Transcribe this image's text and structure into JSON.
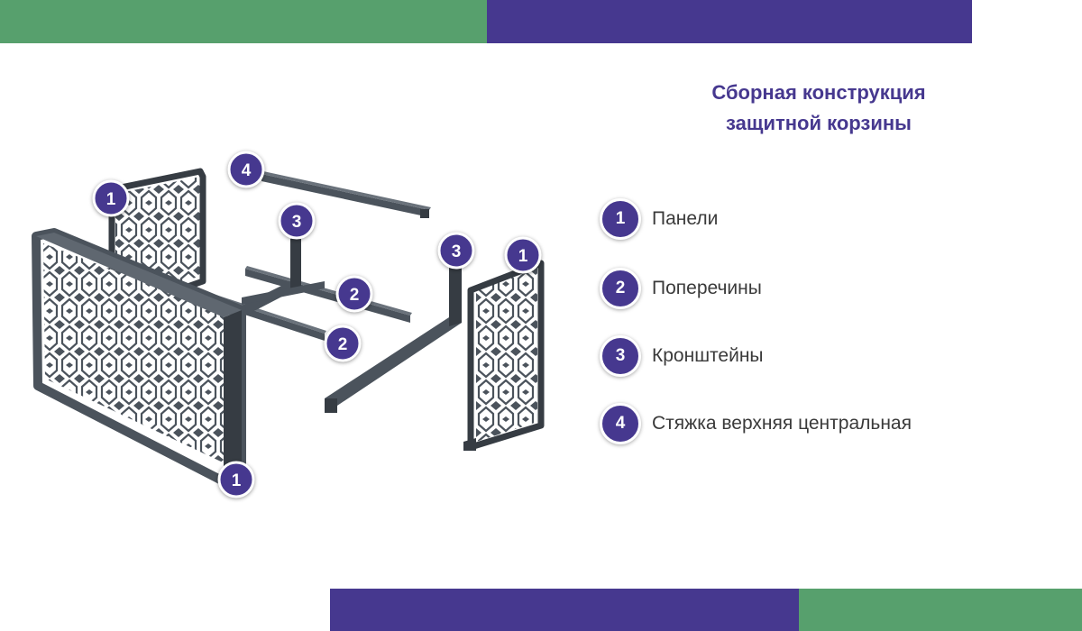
{
  "colors": {
    "green": "#57a06d",
    "purple": "#46388f",
    "metal": "#4b535c",
    "metal_dark": "#363c43"
  },
  "title": "Сборная конструкция\nзащитной корзины",
  "legend": [
    {
      "number": "1",
      "label": "Панели"
    },
    {
      "number": "2",
      "label": "Поперечины"
    },
    {
      "number": "3",
      "label": "Кронштейны"
    },
    {
      "number": "4",
      "label": "Стяжка верхняя центральная"
    }
  ],
  "diagram": {
    "callouts": [
      "1",
      "1",
      "1",
      "2",
      "2",
      "3",
      "3",
      "4"
    ],
    "parts": [
      "panel-large-front",
      "panel-back-left",
      "panel-side-right",
      "crossbar",
      "crossbar",
      "bracket",
      "bracket",
      "top-center-tie"
    ]
  }
}
